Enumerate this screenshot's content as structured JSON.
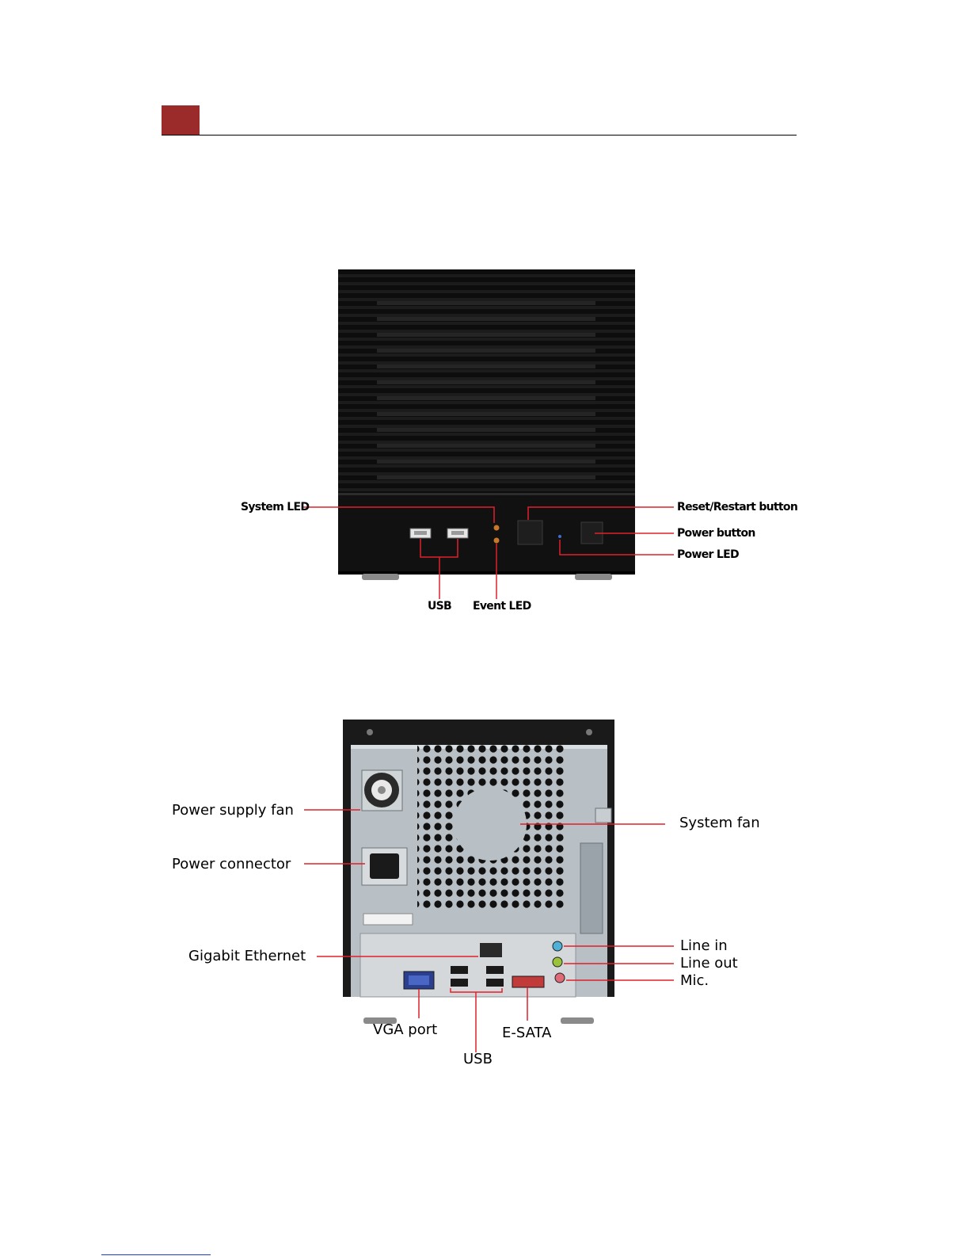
{
  "front_view": {
    "labels": {
      "system_led": "System LED",
      "reset_button": "Reset/Restart button",
      "power_button": "Power button",
      "power_led": "Power LED",
      "usb": "USB",
      "event_led": "Event LED"
    }
  },
  "rear_view": {
    "labels": {
      "power_supply_fan": "Power supply fan",
      "power_connector": "Power connector",
      "gigabit_ethernet": "Gigabit Ethernet",
      "system_fan": "System fan",
      "line_in": "Line in",
      "line_out": "Line out",
      "mic": "Mic.",
      "vga_port": "VGA port",
      "usb": "USB",
      "esata": "E-SATA"
    }
  },
  "colors": {
    "accent": "#9b2b2b",
    "callout_line": "#e0202a"
  }
}
